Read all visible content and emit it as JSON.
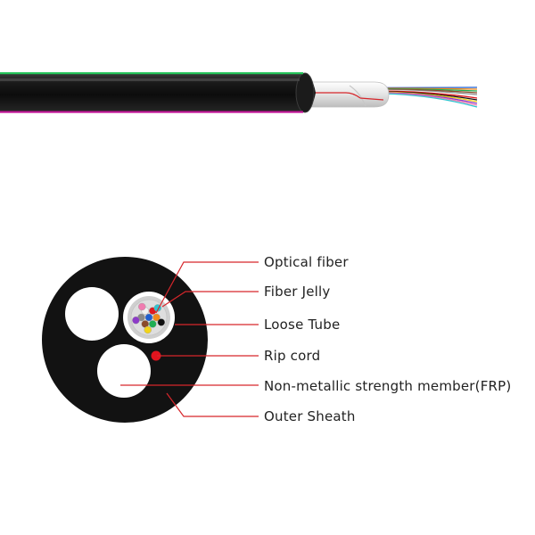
{
  "colors": {
    "sheath": "#161616",
    "sheath_highlight": "#4a4a4a",
    "leader_line": "#d6262b",
    "rip_cord": "#e0141e",
    "green_stripe": "#25c45a",
    "magenta_stripe": "#c4199a"
  },
  "fiber_colors": [
    "#1f5fd0",
    "#f08a1a",
    "#1fae52",
    "#8a4b2a",
    "#8a8a8a",
    "#f2f2f2",
    "#e0191f",
    "#111111",
    "#f2d41a",
    "#8d3bc8",
    "#f07cb0",
    "#2ec5d0"
  ],
  "callouts": [
    {
      "id": "optical-fiber",
      "label": "Optical fiber"
    },
    {
      "id": "fiber-jelly",
      "label": "Fiber Jelly"
    },
    {
      "id": "loose-tube",
      "label": "Loose Tube"
    },
    {
      "id": "rip-cord",
      "label": "Rip cord"
    },
    {
      "id": "strength-member",
      "label": "Non-metallic strength member(FRP)"
    },
    {
      "id": "outer-sheath",
      "label": "Outer Sheath"
    }
  ]
}
